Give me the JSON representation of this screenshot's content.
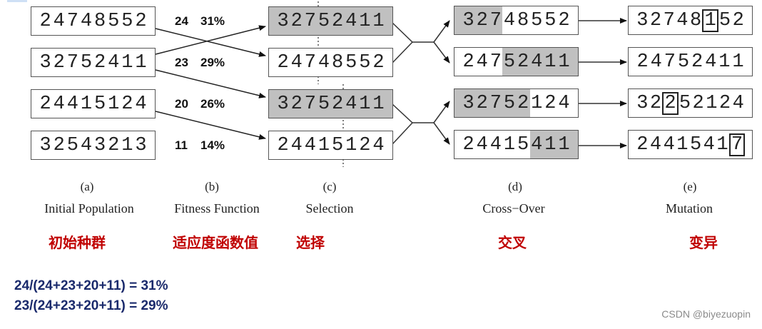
{
  "initial_population": {
    "label_letter": "(a)",
    "label_name": "Initial Population",
    "label_cn": "初始种群",
    "individuals": [
      "24748552",
      "32752411",
      "24415124",
      "32543213"
    ]
  },
  "fitness_function": {
    "label_letter": "(b)",
    "label_name": "Fitness Function",
    "label_cn": "适应度函数值",
    "rows": [
      {
        "value": "24",
        "percent": "31%"
      },
      {
        "value": "23",
        "percent": "29%"
      },
      {
        "value": "20",
        "percent": "26%"
      },
      {
        "value": "11",
        "percent": "14%"
      }
    ]
  },
  "selection": {
    "label_letter": "(c)",
    "label_name": "Selection",
    "label_cn": "选择",
    "individuals": [
      "32752411",
      "24748552",
      "32752411",
      "24415124"
    ],
    "crossover_points": [
      3,
      5
    ]
  },
  "crossover": {
    "label_letter": "(d)",
    "label_name": "Cross−Over",
    "label_cn": "交叉",
    "individuals": [
      "32748552",
      "24752411",
      "32752124",
      "24415411"
    ]
  },
  "mutation": {
    "label_letter": "(e)",
    "label_name": "Mutation",
    "label_cn": "变异",
    "individuals": [
      "32748152",
      "24752411",
      "32252124",
      "24415417"
    ],
    "mutated_positions": [
      5,
      -1,
      2,
      7
    ]
  },
  "formulas": [
    "24/(24+23+20+11) = 31%",
    "23/(24+23+20+11) = 29%"
  ],
  "watermark": "CSDN @biyezuopin",
  "colors": {
    "shade": "#c0c0c0",
    "chinese_label": "#c00000",
    "formula": "#1a2a6c"
  }
}
